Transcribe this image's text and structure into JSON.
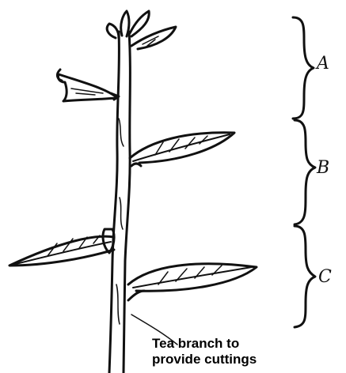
{
  "diagram": {
    "section_labels": [
      {
        "id": "a",
        "text": "A"
      },
      {
        "id": "b",
        "text": "B"
      },
      {
        "id": "c",
        "text": "C"
      }
    ],
    "caption_lines": [
      "Tea branch to",
      "provide cuttings"
    ]
  }
}
